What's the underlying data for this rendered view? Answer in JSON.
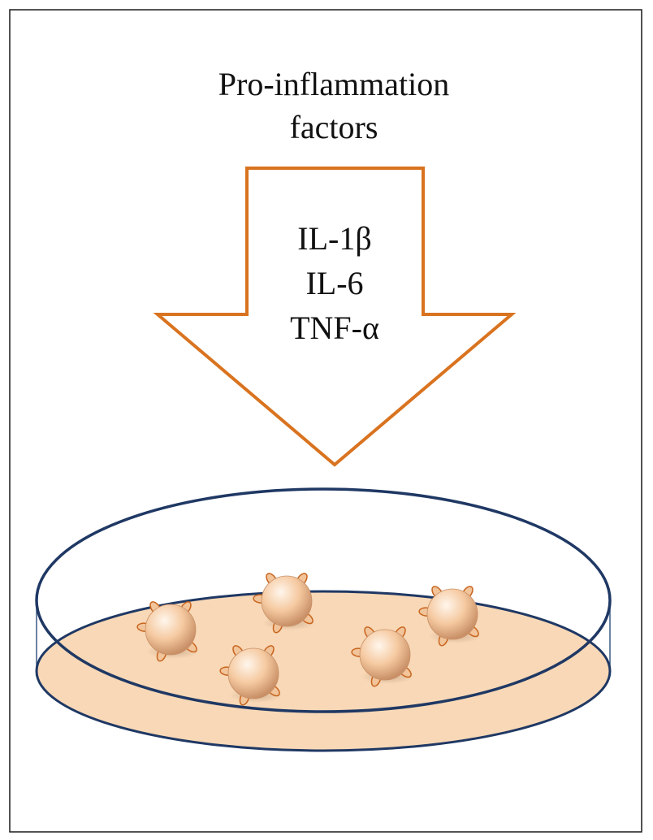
{
  "diagram": {
    "title_lines": [
      "Pro-inflammation",
      "factors"
    ],
    "factors": [
      "IL-1β",
      "IL-6",
      "TNF-α"
    ],
    "cell_count": 5
  },
  "colors": {
    "arrow_outline": "#d9731f",
    "arrow_fill": "#ffffff",
    "dish_rim": "#1f3864",
    "dish_wall": "#3b5a86",
    "medium_fill": "#f8d8b6",
    "cell_body_light": "#fff6ec",
    "cell_body_mid": "#f5c9a0",
    "cell_body_dark": "#c99067",
    "cell_protrusion_fill": "#f2c49a",
    "cell_protrusion_stroke": "#c8651f"
  }
}
